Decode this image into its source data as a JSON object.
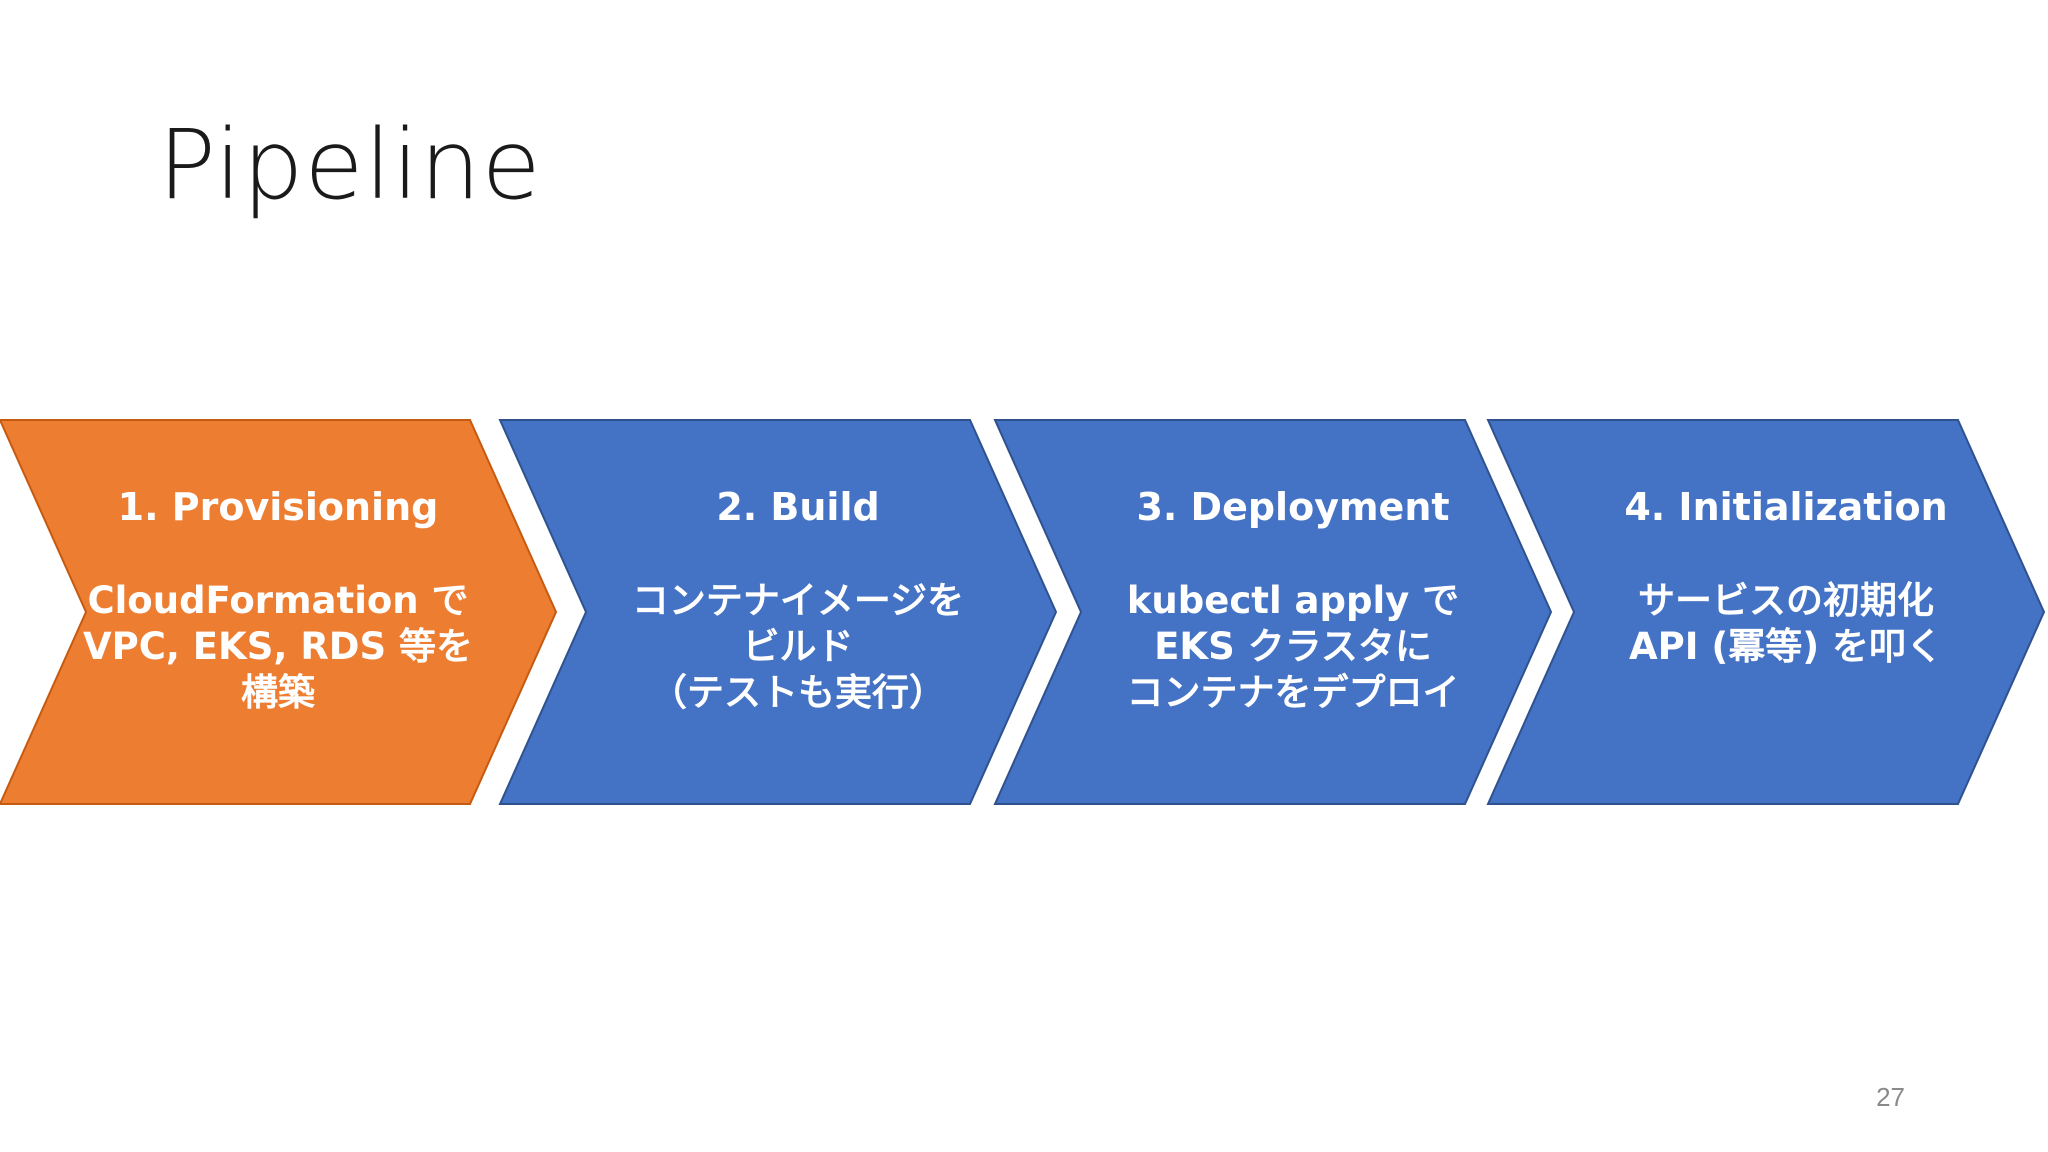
{
  "slide": {
    "title": "Pipeline",
    "page_number": "27"
  },
  "colors": {
    "background": "#ffffff",
    "title_text": "#1a1a1a",
    "active_step": "#ed7d31",
    "step": "#4472c4",
    "step_text": "#ffffff",
    "page_number": "#8a8a8a"
  },
  "steps": [
    {
      "label": "1. Provisioning",
      "description": "CloudFormation で\nVPC, EKS, RDS 等を\n構築",
      "state": "active"
    },
    {
      "label": "2. Build",
      "description": "コンテナイメージを\nビルド\n（テストも実行）",
      "state": "default"
    },
    {
      "label": "3. Deployment",
      "description": "kubectl apply で\nEKS クラスタに\nコンテナをデプロイ",
      "state": "default"
    },
    {
      "label": "4. Initialization",
      "description": "サービスの初期化\nAPI (冪等) を叩く",
      "state": "default"
    }
  ]
}
